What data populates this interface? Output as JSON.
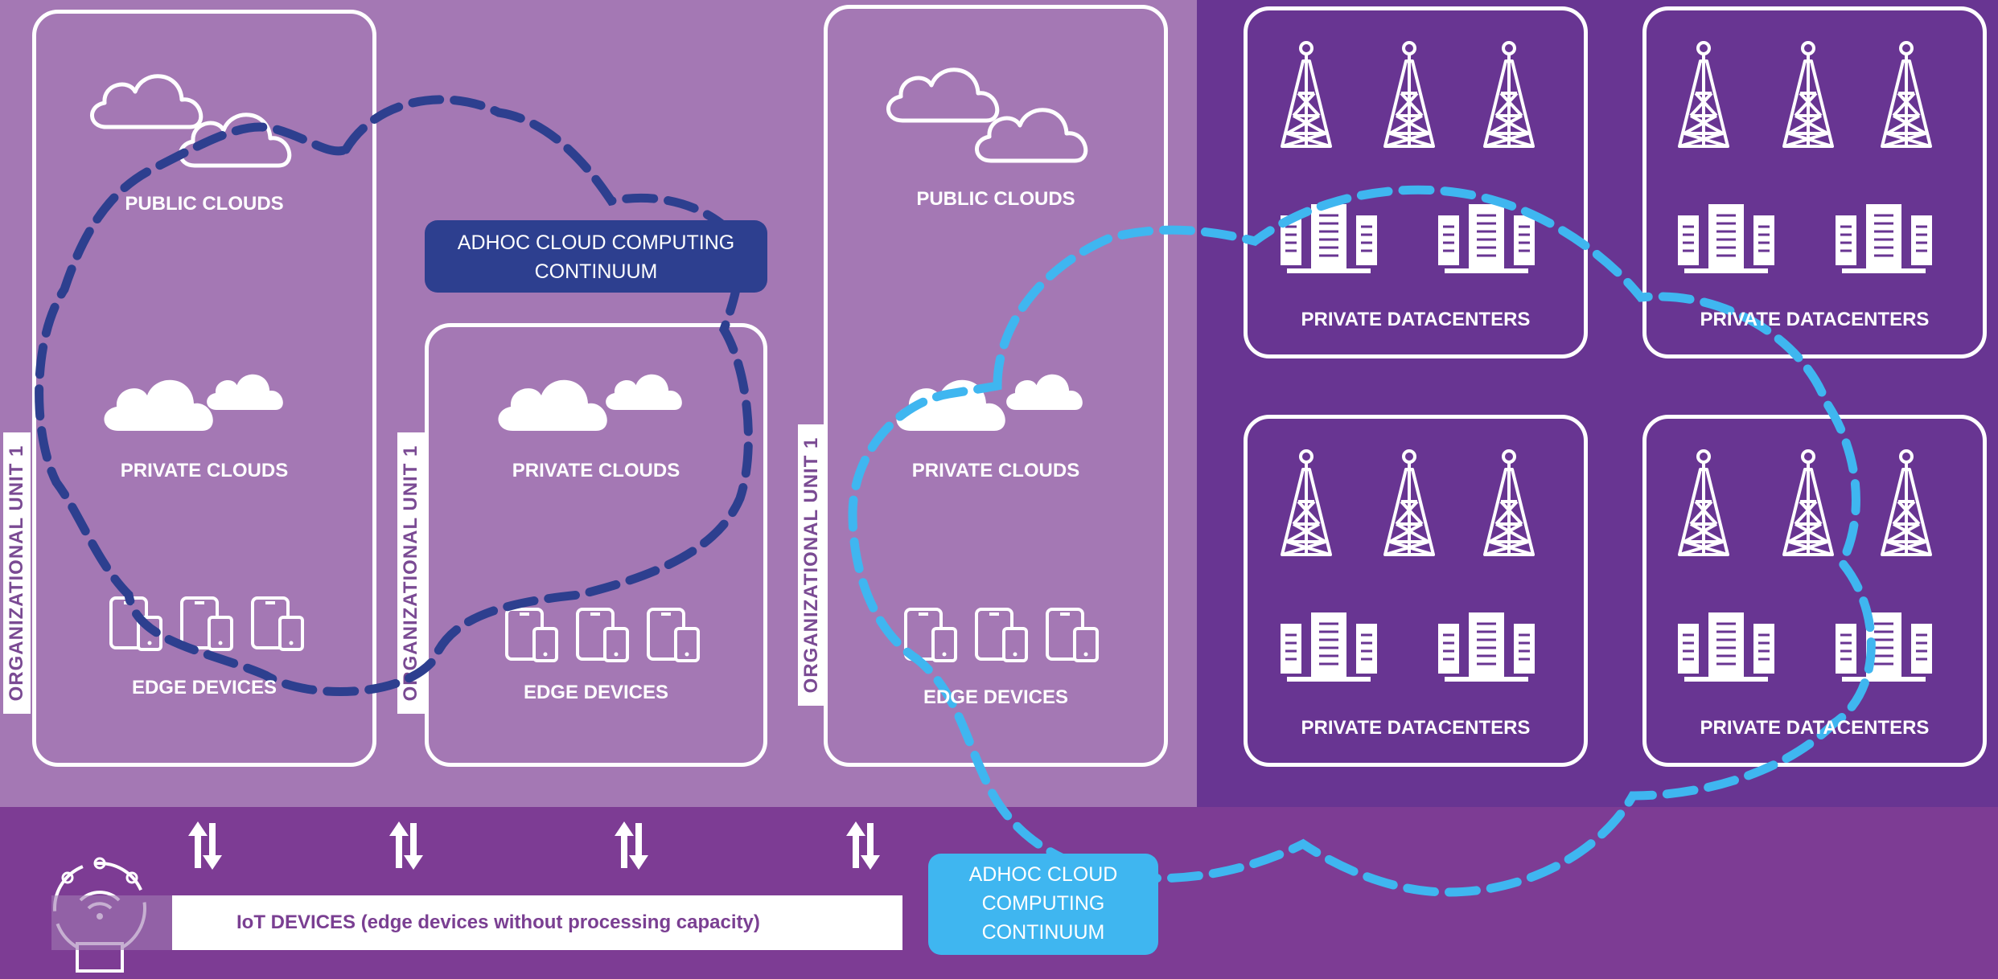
{
  "labels": {
    "public_clouds": "PUBLIC CLOUDS",
    "private_clouds": "PRIVATE CLOUDS",
    "edge_devices": "EDGE DEVICES",
    "private_datacenters": "PRIVATE DATACENTERS",
    "org_unit": "ORGANIZATIONAL UNIT 1",
    "adhoc_dark": "ADHOC CLOUD COMPUTING CONTINUUM",
    "adhoc_light": "ADHOC CLOUD COMPUTING CONTINUUM",
    "iot": "IoT DEVICES (edge devices without processing capacity)"
  },
  "colors": {
    "left_bg": "#a478b4",
    "right_bg": "#683592",
    "bottom_bg": "#7d3c94",
    "dark_continuum": "#2d3f8f",
    "light_continuum": "#3fb6f0"
  },
  "icons": [
    "cloud-icon",
    "device-icon",
    "tower-icon",
    "server-icon",
    "bidirectional-arrows-icon",
    "wifi-hub-icon"
  ]
}
